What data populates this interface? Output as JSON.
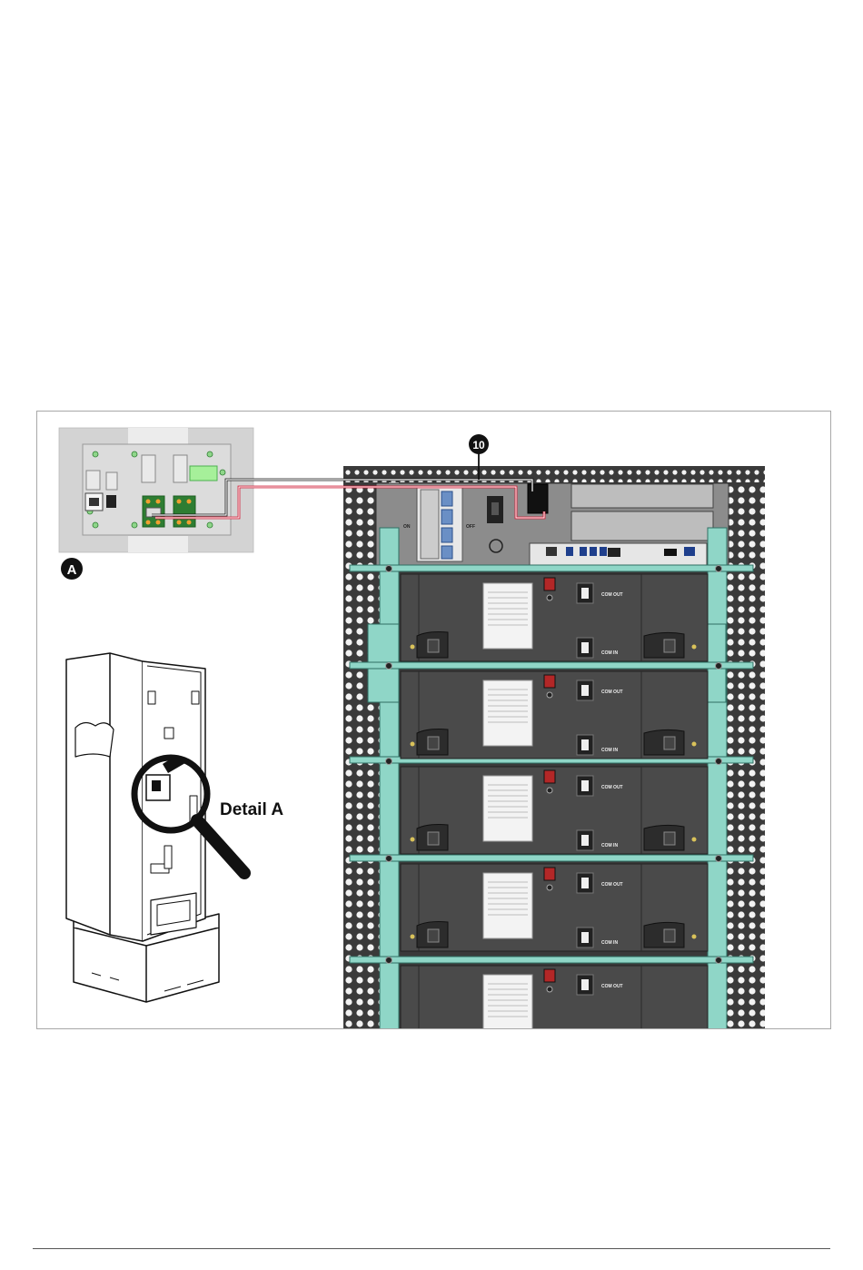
{
  "figure": {
    "callout_number": "10",
    "detail_marker": "A",
    "detail_label": "Detail A",
    "breaker_labels": {
      "on": "ON",
      "off": "OFF"
    },
    "battery_modules": [
      {
        "com_out": "COM OUT",
        "com_in": "COM IN"
      },
      {
        "com_out": "COM OUT",
        "com_in": "COM IN"
      },
      {
        "com_out": "COM OUT",
        "com_in": "COM IN"
      },
      {
        "com_out": "COM OUT",
        "com_in": "COM IN"
      },
      {
        "com_out": "COM OUT",
        "com_in": ""
      }
    ],
    "colors": {
      "frame_dark": "#3a3a3a",
      "rail_teal": "#8fd6c7",
      "module_body": "#4a4a4a",
      "cable_red": "#d0203a",
      "connector_green": "#a6f09a",
      "panel_gray": "#d3d3d3"
    },
    "icons": [
      "magnifier-icon",
      "callout-badge-icon",
      "detail-badge-icon"
    ]
  }
}
